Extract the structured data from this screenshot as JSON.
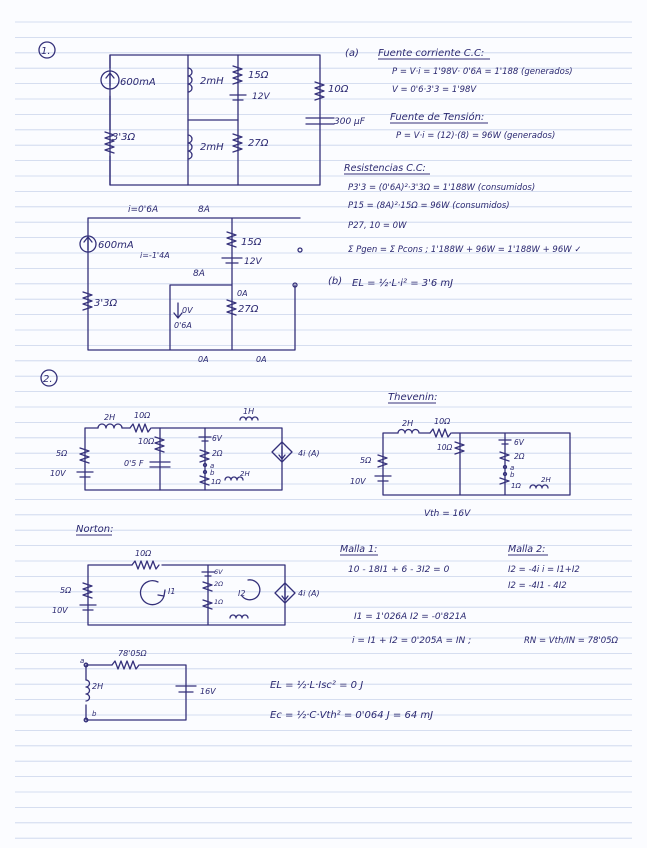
{
  "problems": {
    "p1": "1.",
    "p2": "2."
  },
  "c1": {
    "src": "600mA",
    "r33": "3'3Ω",
    "l2m": "2mH",
    "l2": "2mH",
    "r15": "15Ω",
    "v12": "12V",
    "r27": "27Ω",
    "r10": "10Ω",
    "c300": "300 μF"
  },
  "c2": {
    "i06": "i=0'6A",
    "a8": "8A",
    "src": "600mA",
    "i14": "i=-1'4A",
    "r15": "15Ω",
    "v12": "12V",
    "a8b": "8A",
    "r33": "3'3Ω",
    "v0": "0V",
    "a06": "0'6A",
    "a0": "0A",
    "r27": "27Ω",
    "a0b": "0A",
    "a0c": "0A"
  },
  "solution1": {
    "a": "(a)",
    "fuente_corriente": "Fuente corriente C.C:",
    "pcorr": "P = V·i = 1'98V· 0'6A = 1'188 (generados)",
    "vcorr": "V = 0'6·3'3 = 1'98V",
    "fuente_tension": "Fuente de Tensión:",
    "pten": "P = V·i = (12)·(8) = 96W (generados)",
    "resistencias": "Resistencias C.C:",
    "p33": "P3'3 = (0'6A)²·3'3Ω = 1'188W (consumidos)",
    "p15": "P15 = (8A)²·15Ω = 96W (consumidos)",
    "p10": "P27, 10 = 0W",
    "balance": "Σ Pgen = Σ Pcons ;  1'188W + 96W = 1'188W + 96W ✓",
    "b": "(b)",
    "energy": "EL = ½·L·i² = 3'6 mJ"
  },
  "c3": {
    "l2": "2H",
    "r10": "10Ω",
    "r10b": "10Ω",
    "l1": "1H",
    "r5": "5Ω",
    "v10": "10V",
    "c05": "0'5 F",
    "v6": "6V",
    "r2": "2Ω",
    "a": "a",
    "b": "b",
    "r1": "1Ω",
    "l2b": "2H",
    "dep": "4i (A)"
  },
  "thevenin": {
    "title": "Thevenin:",
    "l2": "2H",
    "r10": "10Ω",
    "r10b": "10Ω",
    "v6": "6V",
    "r2": "2Ω",
    "r5": "5Ω",
    "v10": "10V",
    "a": "a",
    "b": "b",
    "r1": "1Ω",
    "l2b": "2H",
    "vth": "Vth = 16V"
  },
  "norton": {
    "title": "Norton:",
    "r10": "10Ω",
    "r5": "5Ω",
    "v10": "10V",
    "i1": "I1",
    "i2": "I2",
    "v6": "6V",
    "r2": "2Ω",
    "r1": "1Ω",
    "dep": "4i (A)"
  },
  "mallas": {
    "m1": "Malla 1:",
    "eq1": "10 - 18I1 + 6 - 3I2 = 0",
    "m2": "Malla 2:",
    "eq2a": "I2 = -4i    i = I1+I2",
    "eq2b": "I2 = -4I1 - 4I2",
    "res": "I1 = 1'026A    I2 = -0'821A",
    "isc": "i = I1 + I2 = 0'205A = IN ;",
    "rn": "RN = Vth/IN = 78'05Ω"
  },
  "final": {
    "r7805": "78'05Ω",
    "l2": "2H",
    "v16": "16V",
    "a": "a",
    "b": "b",
    "el": "EL = ½·L·Isc² = 0 J",
    "ec": "Ec = ½·C·Vth² = 0'064 J = 64 mJ"
  },
  "ink_color": "#2a2870",
  "rule_color": "#c9d4ec"
}
